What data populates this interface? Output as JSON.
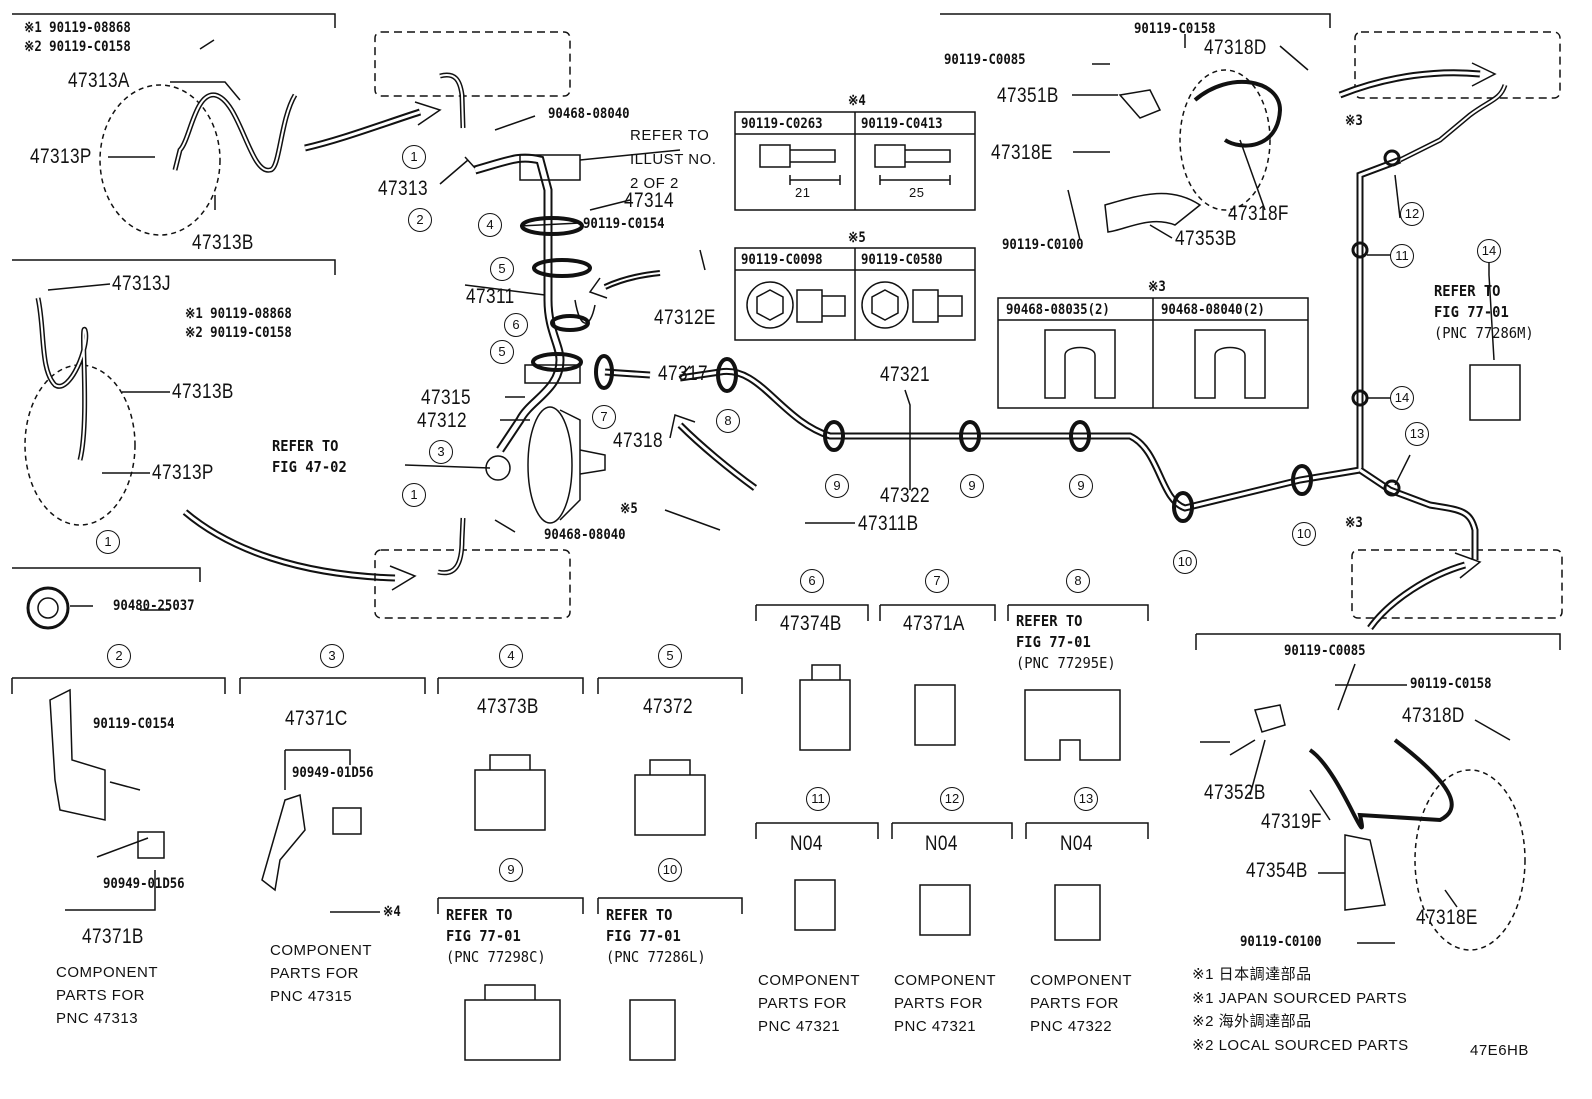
{
  "diagram_code": "47E6HB",
  "part_labels": {
    "p47313A": "47313A",
    "p47313P_a": "47313P",
    "p47313B_a": "47313B",
    "p47313J": "47313J",
    "p47313B_b": "47313B",
    "p47313P_b": "47313P",
    "p47313": "47313",
    "p47314": "47314",
    "p47311": "47311",
    "p47312E": "47312E",
    "p47317": "47317",
    "p47315": "47315",
    "p47312": "47312",
    "p47318": "47318",
    "p47321": "47321",
    "p47322": "47322",
    "p47311B": "47311B",
    "p47318D_a": "47318D",
    "p47351B": "47351B",
    "p47318E_a": "47318E",
    "p47318F": "47318F",
    "p47353B": "47353B",
    "p47374B": "47374B",
    "p47371A": "47371A",
    "p47373B": "47373B",
    "p47372": "47372",
    "p47371C": "47371C",
    "p47371B": "47371B",
    "p47318D_b": "47318D",
    "p47352B": "47352B",
    "p47319F": "47319F",
    "p47354B": "47354B",
    "p47318E_b": "47318E",
    "n04_a": "N04",
    "n04_b": "N04",
    "n04_c": "N04"
  },
  "codes": {
    "c1a": "※1 90119-08868",
    "c2a": "※2 90119-C0158",
    "c1b": "※1 90119-08868",
    "c2b": "※2 90119-C0158",
    "c90468_top": "90468-08040",
    "c90468_bot": "90468-08040",
    "c0154_a": "90119-C0154",
    "c0154_b": "90119-C0154",
    "c0158_top": "90119-C0158",
    "c0085_top": "90119-C0085",
    "c0100_top": "90119-C0100",
    "c0085_bot": "90119-C0085",
    "c0158_bot": "90119-C0158",
    "c0100_bot": "90119-C0100",
    "c25037": "90480-25037",
    "c01d56_a": "90949-01D56",
    "c01d56_b": "90949-01D56",
    "x5": "※5",
    "x4": "※4",
    "x3a": "※3",
    "x3b": "※3"
  },
  "refer": {
    "illust": [
      "REFER TO",
      "ILLUST NO.",
      "2 OF 2"
    ],
    "fig4702": [
      "REFER TO",
      "FIG 47-02"
    ],
    "fig7701_m": [
      "REFER TO",
      "FIG 77-01",
      "(PNC 77286M)"
    ],
    "fig7701_e": [
      "REFER TO",
      "FIG 77-01",
      "(PNC 77295E)"
    ],
    "fig7701_c": [
      "REFER TO",
      "FIG 77-01",
      "(PNC 77298C)"
    ],
    "fig7701_l": [
      "REFER TO",
      "FIG 77-01",
      "(PNC 77286L)"
    ]
  },
  "tables": {
    "t4": {
      "mark": "※4",
      "cols": [
        "90119-C0263",
        "90119-C0413"
      ],
      "dims": [
        "21",
        "25"
      ]
    },
    "t5": {
      "mark": "※5",
      "cols": [
        "90119-C0098",
        "90119-C0580"
      ]
    },
    "t3": {
      "mark": "※3",
      "cols": [
        "90468-08035(2)",
        "90468-08040(2)"
      ]
    }
  },
  "component_notes": {
    "n47313": [
      "COMPONENT",
      "PARTS FOR",
      "PNC 47313"
    ],
    "n47315": [
      "COMPONENT",
      "PARTS FOR",
      "PNC 47315"
    ],
    "n47321a": [
      "COMPONENT",
      "PARTS FOR",
      "PNC 47321"
    ],
    "n47321b": [
      "COMPONENT",
      "PARTS FOR",
      "PNC 47321"
    ],
    "n47322": [
      "COMPONENT",
      "PARTS FOR",
      "PNC 47322"
    ]
  },
  "legend": [
    "※1 日本調達部品",
    "※1 JAPAN SOURCED PARTS",
    "※2 海外調達部品",
    "※2 LOCAL SOURCED PARTS"
  ],
  "callouts": [
    "1",
    "2",
    "3",
    "4",
    "5",
    "6",
    "7",
    "8",
    "9",
    "10",
    "11",
    "12",
    "13",
    "14"
  ]
}
